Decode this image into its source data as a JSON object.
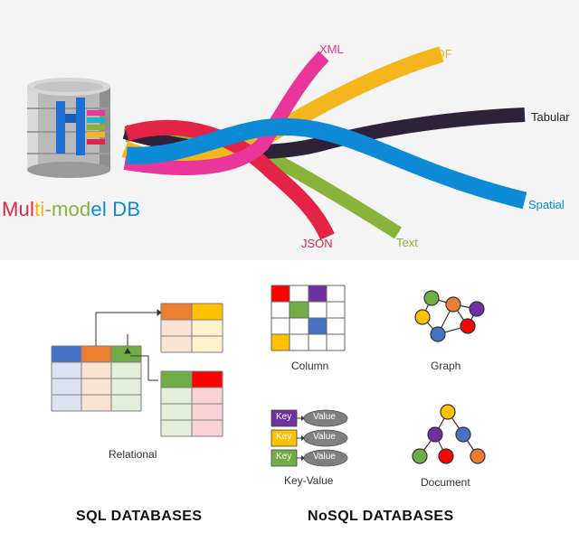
{
  "hero": {
    "title_parts": [
      "Mul",
      "ti",
      "-mod",
      "el",
      " DB"
    ],
    "fibers": {
      "xml": "XML",
      "rdf": "RDF",
      "tabular": "Tabular",
      "spatial": "Spatial",
      "json": "JSON",
      "text": "Text"
    }
  },
  "models": {
    "relational": "Relational",
    "column": "Column",
    "graph": "Graph",
    "keyvalue": "Key-Value",
    "document": "Document",
    "kv_rows": [
      {
        "key": "Key",
        "value": "Value"
      },
      {
        "key": "Key",
        "value": "Value"
      },
      {
        "key": "Key",
        "value": "Value"
      }
    ]
  },
  "headers": {
    "sql": "SQL DATABASES",
    "nosql": "NoSQL DATABASES"
  },
  "colors": {
    "xml": "#e8369a",
    "rdf": "#f5b51c",
    "tabular": "#2e2238",
    "spatial": "#0d8ad6",
    "json": "#e32446",
    "text": "#8ab23a"
  }
}
